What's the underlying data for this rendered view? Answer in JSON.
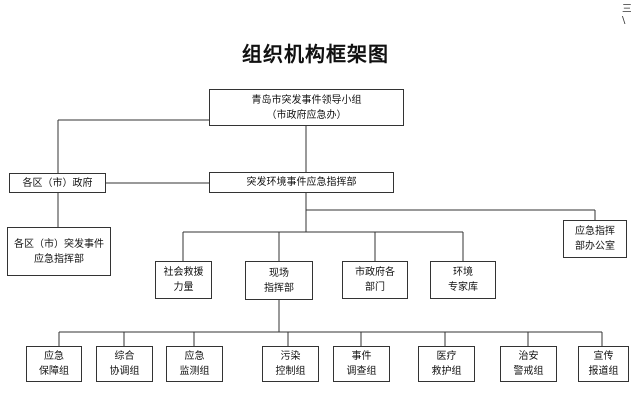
{
  "title": "组织机构框架图",
  "edge_mark": "三\n\\",
  "colors": {
    "line": "#333333",
    "border": "#333333",
    "text": "#111111"
  },
  "nodes": {
    "leadership": "青岛市突发事件领导小组\n（市政府应急办）",
    "district_gov": "各区（市）政府",
    "command_hq": "突发环境事件应急指挥部",
    "district_command": "各区（市）突发事件\n应急指挥部",
    "command_office": "应急指挥\n部办公室",
    "social_rescue": "社会救援\n力量",
    "field_command": "现场\n指挥部",
    "city_departments": "市政府各\n部门",
    "expert_pool": "环境\n专家库",
    "support_group": "应急\n保障组",
    "coordination_group": "综合\n协调组",
    "monitoring_group": "应急\n监测组",
    "pollution_control_group": "污染\n控制组",
    "investigation_group": "事件\n调查组",
    "medical_group": "医疗\n救护组",
    "security_group": "治安\n警戒组",
    "publicity_group": "宣传\n报道组"
  }
}
